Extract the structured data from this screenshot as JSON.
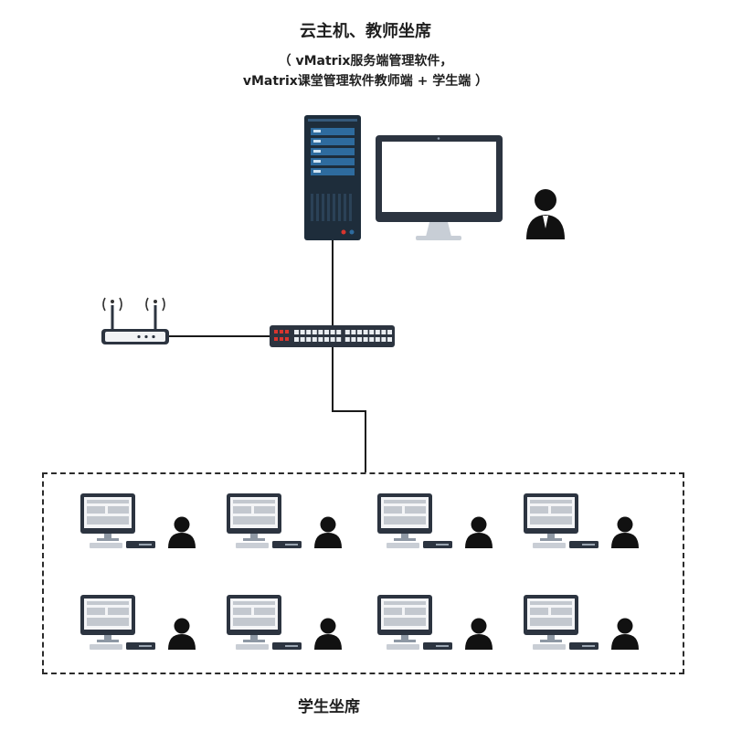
{
  "header": {
    "line1": "云主机、教师坐席",
    "line2": "（ vMatrix服务端管理软件，",
    "line3": "vMatrix课堂管理软件教师端 + 学生端 ）"
  },
  "footer": {
    "student_area_label": "学生坐席"
  },
  "colors": {
    "server_dark": "#1e2d3b",
    "server_accent": "#2e6b9e",
    "monitor_frame": "#2c3440",
    "screen": "#ffffff",
    "wire": "#1a1a1a",
    "person": "#111111",
    "led_red": "#d8352e"
  },
  "icons": [
    "server-icon",
    "monitor-icon",
    "teacher-person-icon",
    "wireless-router-icon",
    "network-switch-icon",
    "student-pc-icon",
    "student-person-icon"
  ]
}
